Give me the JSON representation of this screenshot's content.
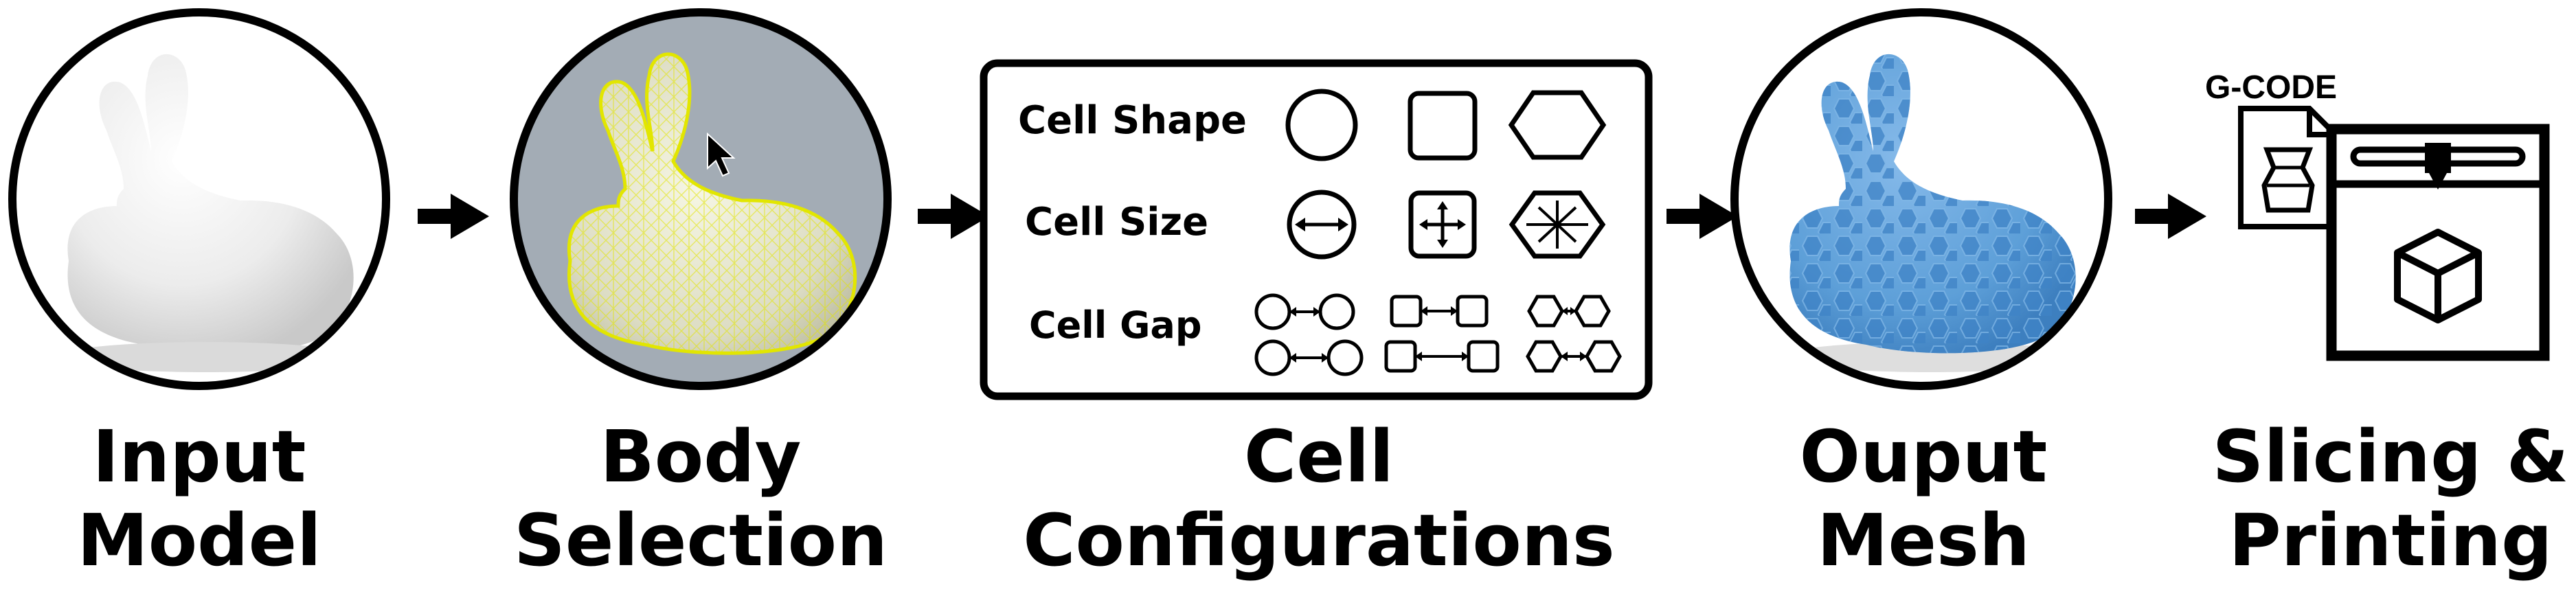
{
  "stages": [
    {
      "id": "input",
      "line1": "Input",
      "line2": "Model"
    },
    {
      "id": "body",
      "line1": "Body",
      "line2": "Selection"
    },
    {
      "id": "cell",
      "line1": "Cell",
      "line2": "Configurations"
    },
    {
      "id": "output",
      "line1": "Ouput",
      "line2": "Mesh"
    },
    {
      "id": "print",
      "line1": "Slicing &",
      "line2": "Printing"
    }
  ],
  "config_panel": {
    "rows": [
      {
        "label": "Cell Shape",
        "icons": [
          "circle-icon",
          "square-icon",
          "hexagon-icon"
        ]
      },
      {
        "label": "Cell Size",
        "icons": [
          "circle-resize-icon",
          "square-resize-icon",
          "hexagon-resize-icon"
        ]
      },
      {
        "label": "Cell Gap",
        "icons": [
          "circle-gap-icon",
          "square-gap-icon",
          "hexagon-gap-icon"
        ]
      }
    ]
  },
  "printer": {
    "file_label": "G-CODE"
  },
  "colors": {
    "ink": "#000000",
    "input_model": "#e8e8e8",
    "selection_bg": "#a3acb5",
    "selection_wire": "#e2e600",
    "output_mesh": "#5d9fd8",
    "output_cells": "#3f83c6"
  }
}
